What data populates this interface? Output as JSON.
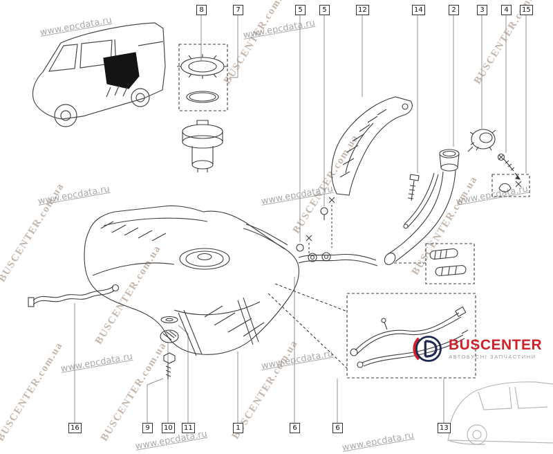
{
  "diagram": {
    "name": "fuel-tank-exploded-parts-diagram",
    "callouts_top": [
      {
        "label": "8"
      },
      {
        "label": "7"
      },
      {
        "label": "5"
      },
      {
        "label": "5"
      },
      {
        "label": "12"
      },
      {
        "label": "14"
      },
      {
        "label": "2"
      },
      {
        "label": "3"
      },
      {
        "label": "4"
      },
      {
        "label": "15"
      }
    ],
    "callouts_bottom": [
      {
        "label": "16"
      },
      {
        "label": "9"
      },
      {
        "label": "10"
      },
      {
        "label": "11"
      },
      {
        "label": "1"
      },
      {
        "label": "6"
      },
      {
        "label": "6"
      },
      {
        "label": "13"
      }
    ]
  },
  "watermarks": {
    "buscenter": "BUSCENTER.com.ua",
    "epcdata": "www.epcdata.ru"
  },
  "logo": {
    "name": "BUSCENTER",
    "tagline": "АВТОБУСНІ ЗАПЧАСТИНИ",
    "brand_red": "#d0202a",
    "brand_navy": "#1c2a52"
  }
}
